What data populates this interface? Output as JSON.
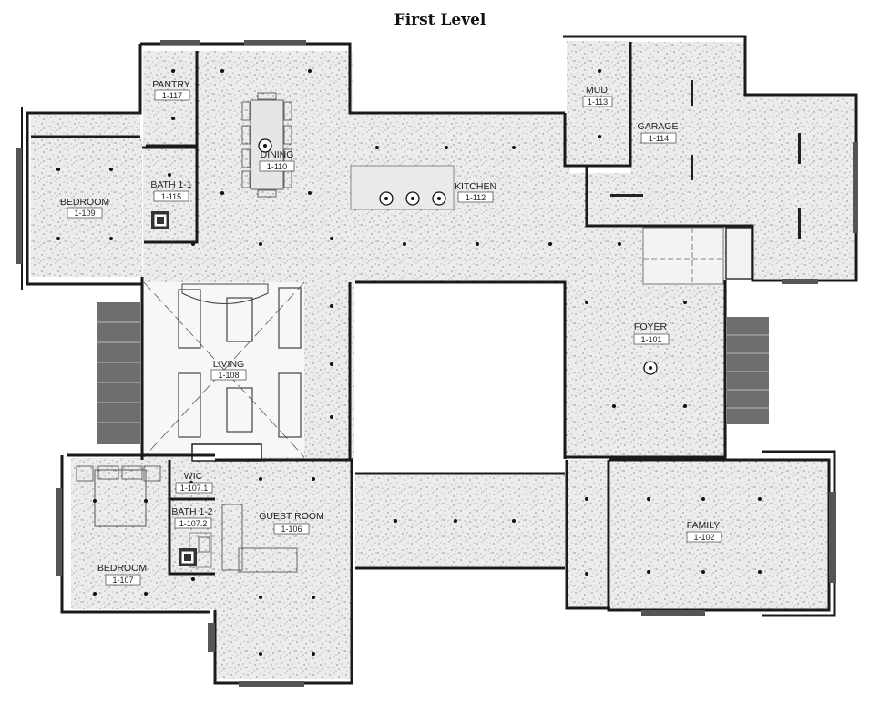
{
  "title": "First Level",
  "rooms": [
    {
      "id": "pantry",
      "name": "PANTRY",
      "number": "1-117"
    },
    {
      "id": "dining",
      "name": "DINING",
      "number": "1-110"
    },
    {
      "id": "bedroom-109",
      "name": "BEDROOM",
      "number": "1-109"
    },
    {
      "id": "bath-1-1",
      "name": "BATH 1-1",
      "number": "1-115"
    },
    {
      "id": "kitchen",
      "name": "KITCHEN",
      "number": "1-112"
    },
    {
      "id": "mud",
      "name": "MUD",
      "number": "1-113"
    },
    {
      "id": "garage",
      "name": "GARAGE",
      "number": "1-114"
    },
    {
      "id": "living",
      "name": "LIVING",
      "number": "1-108"
    },
    {
      "id": "foyer",
      "name": "FOYER",
      "number": "1-101"
    },
    {
      "id": "wic",
      "name": "WIC",
      "number": "1-107.1"
    },
    {
      "id": "bath-1-2",
      "name": "BATH 1-2",
      "number": "1-107.2"
    },
    {
      "id": "guest-room",
      "name": "GUEST ROOM",
      "number": "1-106"
    },
    {
      "id": "bedroom-107",
      "name": "BEDROOM",
      "number": "1-107"
    },
    {
      "id": "family",
      "name": "FAMILY",
      "number": "1-102"
    }
  ]
}
